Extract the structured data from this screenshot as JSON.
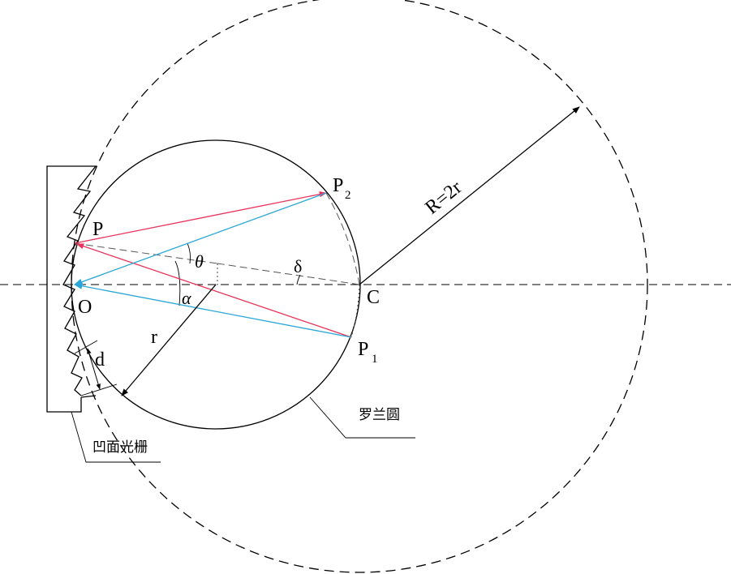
{
  "labels": {
    "P": "P",
    "P1_main": "P",
    "P1_sub": "1",
    "P2_main": "P",
    "P2_sub": "2",
    "O": "O",
    "C": "C",
    "theta": "θ",
    "alpha": "α",
    "delta": "δ",
    "r": "r",
    "d": "d",
    "R": "R=2r"
  },
  "callouts": {
    "rowland_circle": "罗兰圆",
    "concave_grating": "凹面光栅"
  },
  "colors": {
    "red_ray": "#e8335a",
    "blue_ray": "#2aa7d8",
    "line": "#000000"
  }
}
